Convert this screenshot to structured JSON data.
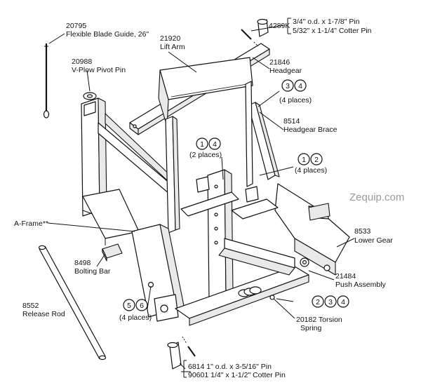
{
  "watermark": "Zequip.com",
  "labels": {
    "l20795a": "20795",
    "l20795b": "Flexible Blade Guide, 26\"",
    "l21920a": "21920",
    "l21920b": "Lift Arm",
    "l4289k": "4289K",
    "lpin1": "3/4\" o.d. x 1-7/8\" Pin",
    "lcot1": "5/32\" x 1-1/4\" Cotter Pin",
    "l20988a": "20988",
    "l20988b": "V-Plow Pivot Pin",
    "l21846a": "21846",
    "l21846b": "Headgear",
    "l4places1": "(4 places)",
    "l8514a": "8514",
    "l8514b": "Headgear Brace",
    "l2places": "(2 places)",
    "l4places2": "(4 places)",
    "laframe": "A-Frame**",
    "l8533a": "8533",
    "l8533b": "Lower Gear",
    "l8498a": "8498",
    "l8498b": "Bolting Bar",
    "l21484a": "21484",
    "l21484b": "Push Assembly",
    "l8552a": "8552",
    "l8552b": "Release Rod",
    "l4places3": "(4 places)",
    "l20182a": "20182 Torsion",
    "l20182b": "Spring",
    "l6814": "6814   1\" o.d. x 3-5/16\" Pin",
    "l90601": "90601  1/4\" x 1-1/2\" Cotter Pin"
  },
  "callouts": {
    "c3": "3",
    "c4": "4",
    "c1a": "1",
    "c4a": "4",
    "c1b": "1",
    "c2b": "2",
    "c5": "5",
    "c6": "6",
    "c2c": "2",
    "c3c": "3",
    "c4c": "4"
  }
}
